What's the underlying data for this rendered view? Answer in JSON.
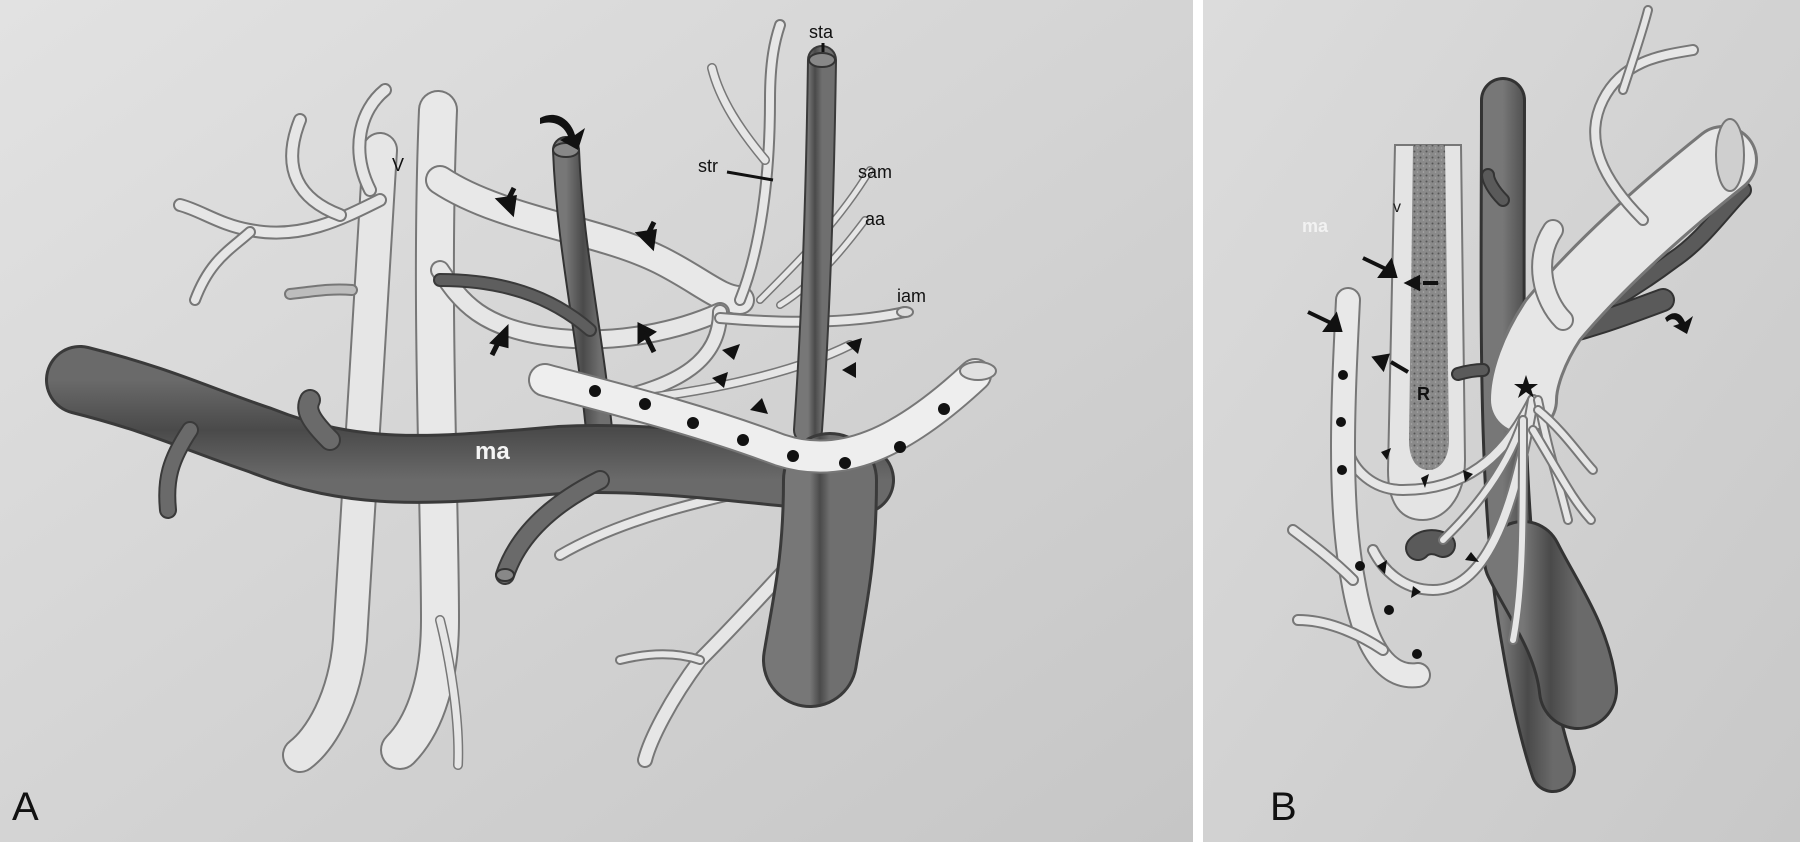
{
  "panels": [
    {
      "letter": "A",
      "labels": {
        "v": "V",
        "sta": "sta",
        "str": "str",
        "sam": "sam",
        "aa": "aa",
        "iam": "iam",
        "ma": "ma"
      }
    },
    {
      "letter": "B",
      "labels": {
        "ma": "ma",
        "v": "v",
        "r": "R"
      }
    }
  ],
  "colors": {
    "background": "#d9d9d9",
    "dark_vessel": "#555555",
    "light_vessel": "#e4e4e4",
    "outline": "#777777",
    "marker": "#111111"
  }
}
